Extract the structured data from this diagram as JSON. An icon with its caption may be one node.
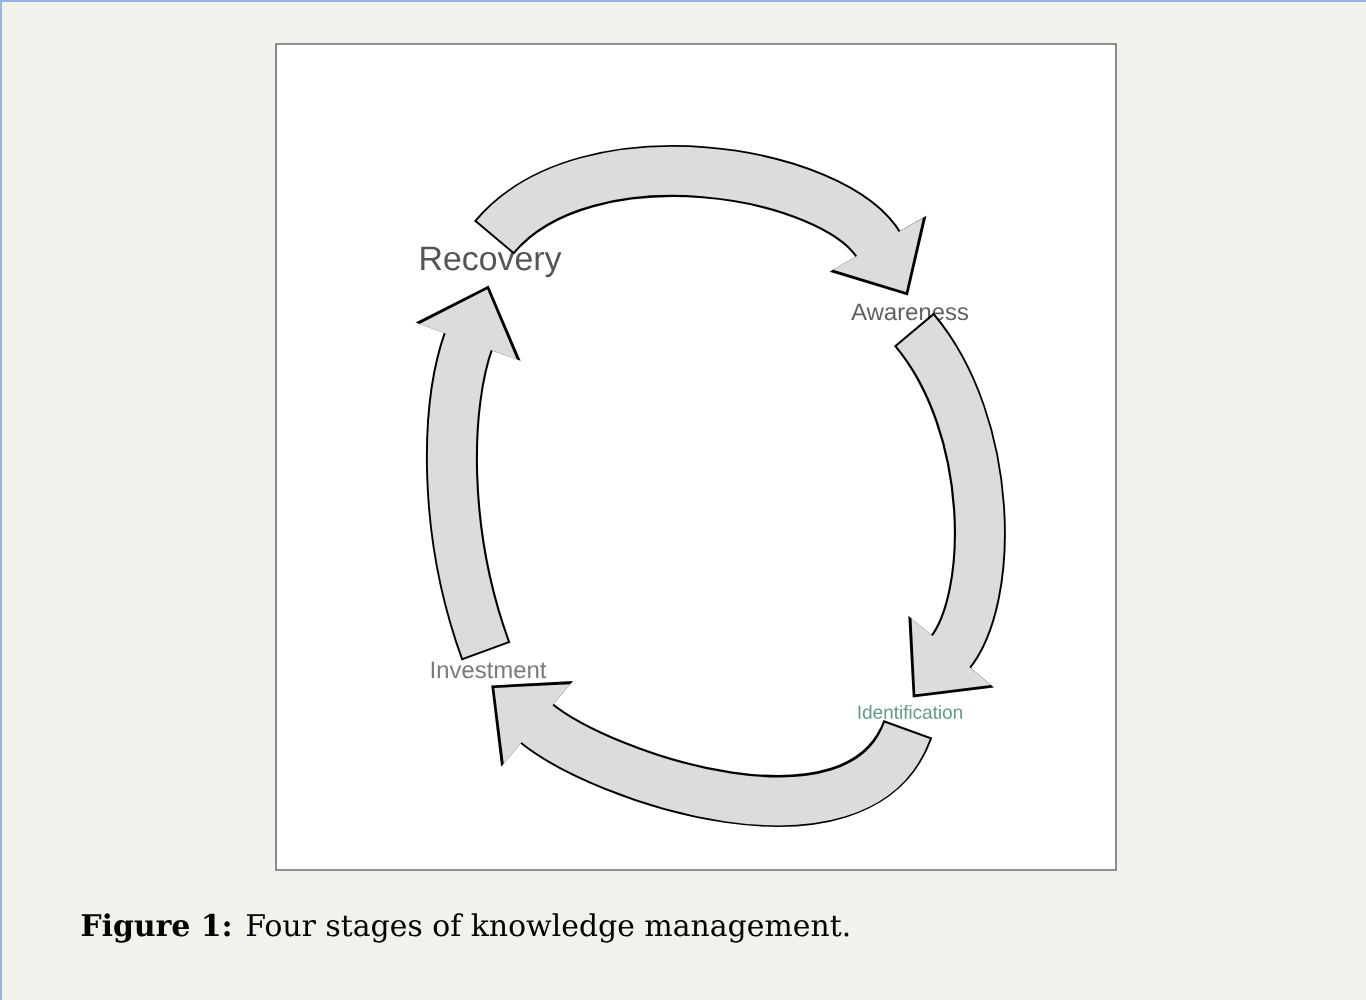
{
  "diagram": {
    "caption": "**Figure 1:** Four stages of knowledge management.",
    "nodes": [
      {
        "text": [
          "Recovery"
        ]
      },
      {
        "text": [
          "Awareness"
        ]
      },
      {
        "text": [
          "Identification"
        ]
      },
      {
        "text": [
          "Investment"
        ]
      }
    ],
    "edges": [
      {
        "from": 0,
        "to": 1,
        "arrow": "to"
      },
      {
        "from": 1,
        "to": 2,
        "arrow": "to"
      },
      {
        "from": 2,
        "to": 3,
        "arrow": "to"
      },
      {
        "from": 3,
        "to": 0,
        "arrow": "to"
      }
    ]
  }
}
